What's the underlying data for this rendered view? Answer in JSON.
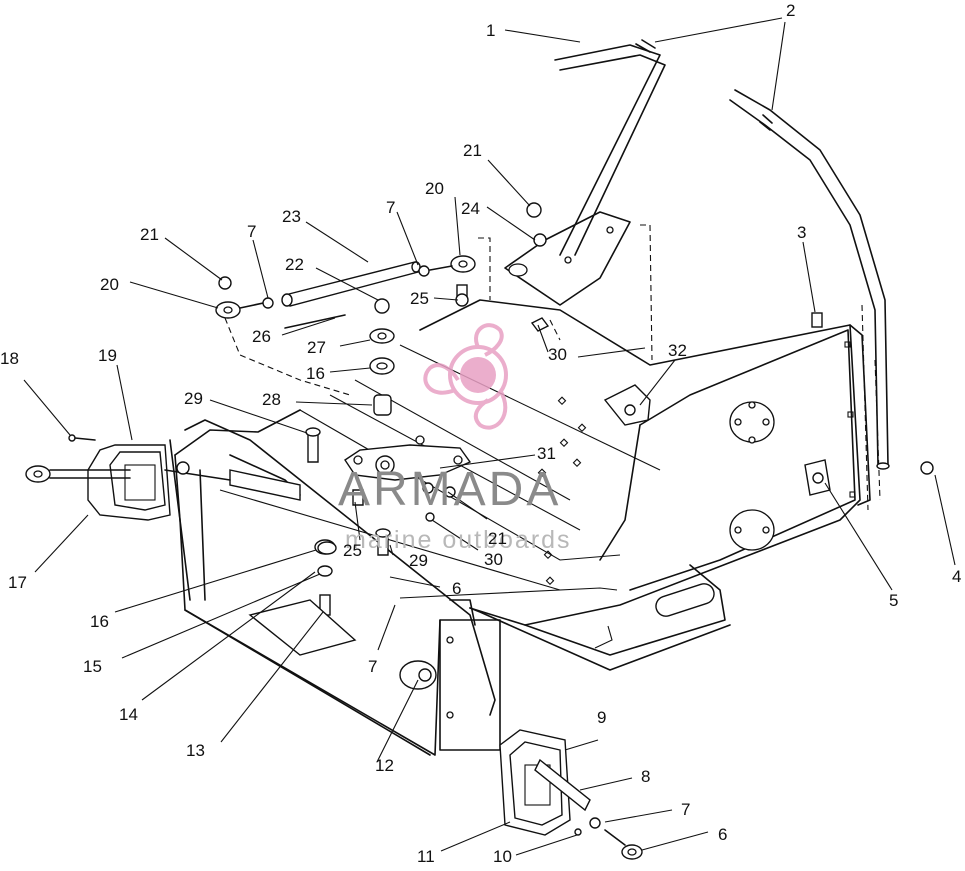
{
  "watermark": {
    "brand": "ARMADA",
    "tagline": "marine outboards",
    "accent_color": "#e8a0c4",
    "text_color": "#8a8a8a"
  },
  "callouts": {
    "c1": "1",
    "c2": "2",
    "c3": "3",
    "c4": "4",
    "c5": "5",
    "c6a": "6",
    "c6b": "6",
    "c7a": "7",
    "c7b": "7",
    "c7c": "7",
    "c7d": "7",
    "c8": "8",
    "c9": "9",
    "c10": "10",
    "c11": "11",
    "c12": "12",
    "c13": "13",
    "c14": "14",
    "c15": "15",
    "c16a": "16",
    "c16b": "16",
    "c17": "17",
    "c18": "18",
    "c19": "19",
    "c20a": "20",
    "c20b": "20",
    "c21a": "21",
    "c21b": "21",
    "c21c": "21",
    "c22": "22",
    "c23": "23",
    "c24": "24",
    "c25a": "25",
    "c25b": "25",
    "c26": "26",
    "c27": "27",
    "c28": "28",
    "c29a": "29",
    "c29b": "29",
    "c30a": "30",
    "c30b": "30",
    "c31": "31",
    "c32": "32"
  }
}
